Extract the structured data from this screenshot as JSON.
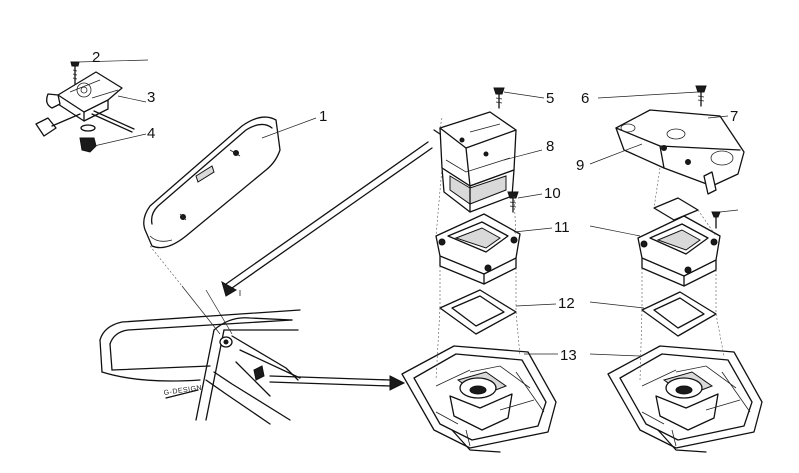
{
  "labels": {
    "l1": "1",
    "l2": "2",
    "l3": "3",
    "l4": "4",
    "l5": "5",
    "l6": "6",
    "l7": "7",
    "l8": "8",
    "l9": "9",
    "l10": "10",
    "l11": "11",
    "l12": "12",
    "l13": "13"
  },
  "badge_text": "G-DESIGN"
}
